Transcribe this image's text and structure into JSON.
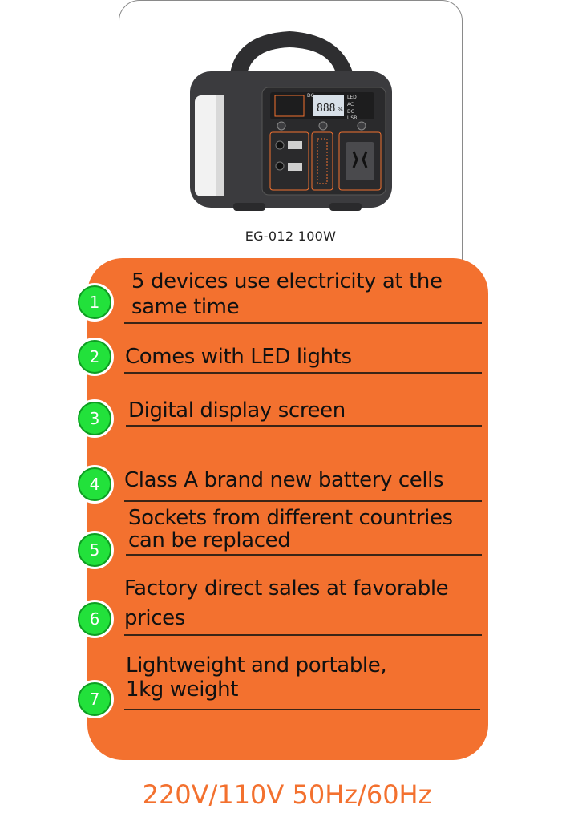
{
  "product": {
    "model_label": "EG-012  100W",
    "panel_labels": {
      "dc": "DC",
      "led": "LED",
      "ac": "AC",
      "dc2": "DC",
      "usb": "USB",
      "display": "888",
      "unit": "%"
    }
  },
  "features": [
    {
      "number": "1",
      "text_lines": [
        "5 devices use electricity at the",
        "same time"
      ]
    },
    {
      "number": "2",
      "text_lines": [
        "Comes with LED lights"
      ]
    },
    {
      "number": "3",
      "text_lines": [
        "Digital display screen"
      ]
    },
    {
      "number": "4",
      "text_lines": [
        "Class A brand new battery cells"
      ]
    },
    {
      "number": "5",
      "text_lines": [
        "Sockets from different countries",
        "can be replaced"
      ]
    },
    {
      "number": "6",
      "text_lines": [
        "Factory direct sales at favorable",
        "prices"
      ]
    },
    {
      "number": "7",
      "text_lines": [
        "Lightweight and portable,",
        "1kg weight"
      ]
    }
  ],
  "spec_text": "220V/110V  50Hz/60Hz",
  "colors": {
    "panel": "#f3712f",
    "badge": "#22e13b",
    "spec": "#f3712f"
  }
}
